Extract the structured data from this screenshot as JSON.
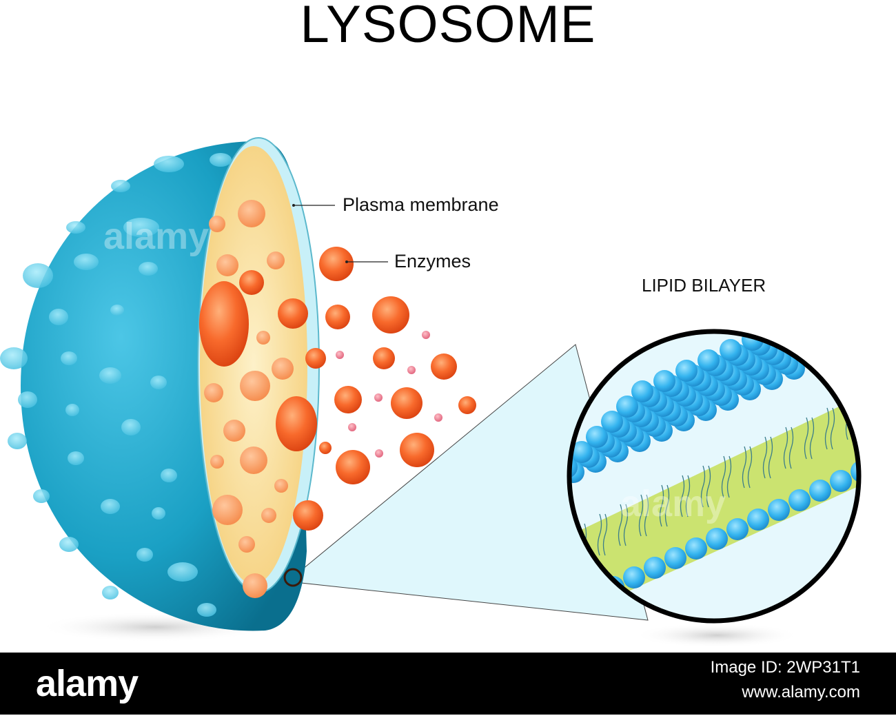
{
  "title": "LYSOSOME",
  "labels": {
    "plasma_membrane": "Plasma membrane",
    "enzymes": "Enzymes",
    "lipid_bilayer": "LIPID BILAYER"
  },
  "watermark": "alamy",
  "footer": {
    "logo": "alamy",
    "image_id": "Image ID: 2WP31T1",
    "url": "www.alamy.com"
  },
  "colors": {
    "shell": "#1aa0c4",
    "lumen": "#fbe3a8",
    "enzyme": "#f15a24",
    "membrane": "#c8f0f8",
    "phospholipid_head": "#33b5f0",
    "lipid_tail": "#c8e060",
    "footer": "#000000"
  }
}
